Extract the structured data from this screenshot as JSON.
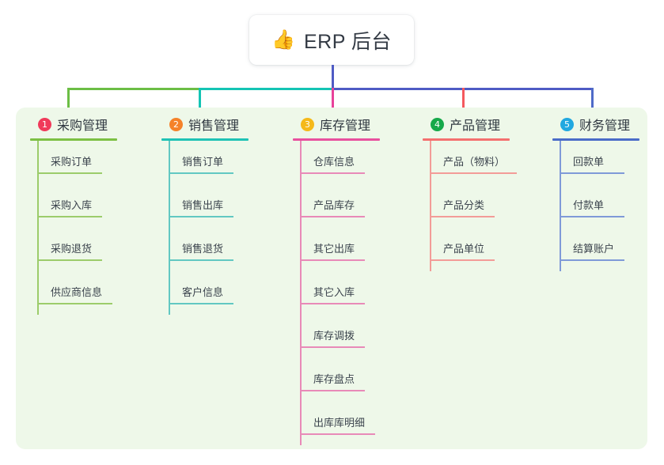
{
  "root": {
    "icon": "thumbs-up-icon",
    "emoji": "👍",
    "title": "ERP 后台"
  },
  "palette": {
    "panel_bg": "#eef8e9",
    "root_stem": "#4f5bc4",
    "branch_green": "#6cbe45",
    "branch_teal": "#14c4b4",
    "branch_blue": "#4f5bc4",
    "drop_green": "#6cbe45",
    "drop_teal": "#14c4b4",
    "drop_pink": "#e8429a",
    "drop_red": "#f4595e",
    "drop_blue": "#4f6bc8"
  },
  "columns": [
    {
      "index": "1",
      "title": "采购管理",
      "badge_color": "#f03a5a",
      "line_color": "#7cc043",
      "items": [
        "采购订单",
        "采购入库",
        "采购退货",
        "供应商信息"
      ]
    },
    {
      "index": "2",
      "title": "销售管理",
      "badge_color": "#f5822a",
      "line_color": "#1fc2b5",
      "items": [
        "销售订单",
        "销售出库",
        "销售退货",
        "客户信息"
      ]
    },
    {
      "index": "3",
      "title": "库存管理",
      "badge_color": "#f5b919",
      "line_color": "#e8509e",
      "items": [
        "仓库信息",
        "产品库存",
        "其它出库",
        "其它入库",
        "库存调拨",
        "库存盘点",
        "出库库明细"
      ]
    },
    {
      "index": "4",
      "title": "产品管理",
      "badge_color": "#16a94a",
      "line_color": "#f4706f",
      "items": [
        "产品（物料）",
        "产品分类",
        "产品单位"
      ]
    },
    {
      "index": "5",
      "title": "财务管理",
      "badge_color": "#21a8e0",
      "line_color": "#4a6cc8",
      "items": [
        "回款单",
        "付款单",
        "结算账户"
      ]
    }
  ]
}
